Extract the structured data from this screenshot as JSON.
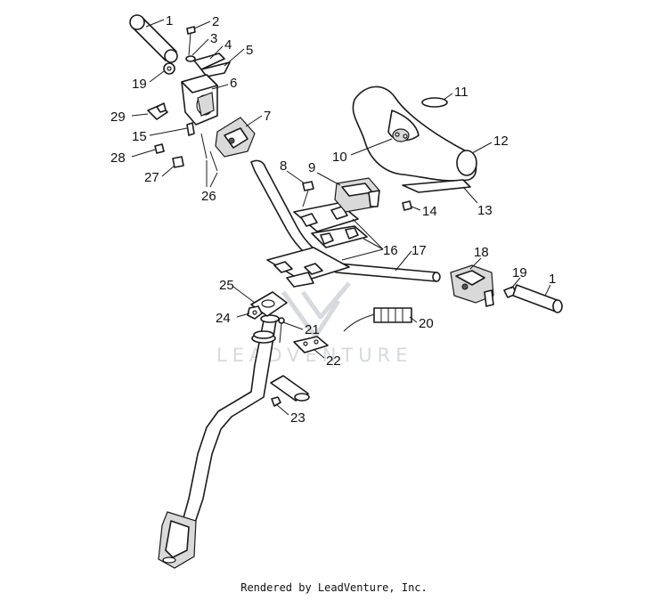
{
  "watermark": "LEADVENTURE",
  "footer": "Rendered by LeadVenture, Inc.",
  "callouts": {
    "p1a": "1",
    "p2": "2",
    "p3": "3",
    "p4": "4",
    "p5": "5",
    "p6": "6",
    "p7": "7",
    "p8": "8",
    "p9": "9",
    "p10": "10",
    "p11": "11",
    "p12": "12",
    "p13": "13",
    "p14": "14",
    "p15": "15",
    "p16": "16",
    "p17": "17",
    "p18": "18",
    "p19a": "19",
    "p19b": "19",
    "p20": "20",
    "p21": "21",
    "p22": "22",
    "p23": "23",
    "p24": "24",
    "p25": "25",
    "p26": "26",
    "p27": "27",
    "p28": "28",
    "p29": "29",
    "p1b": "1"
  }
}
